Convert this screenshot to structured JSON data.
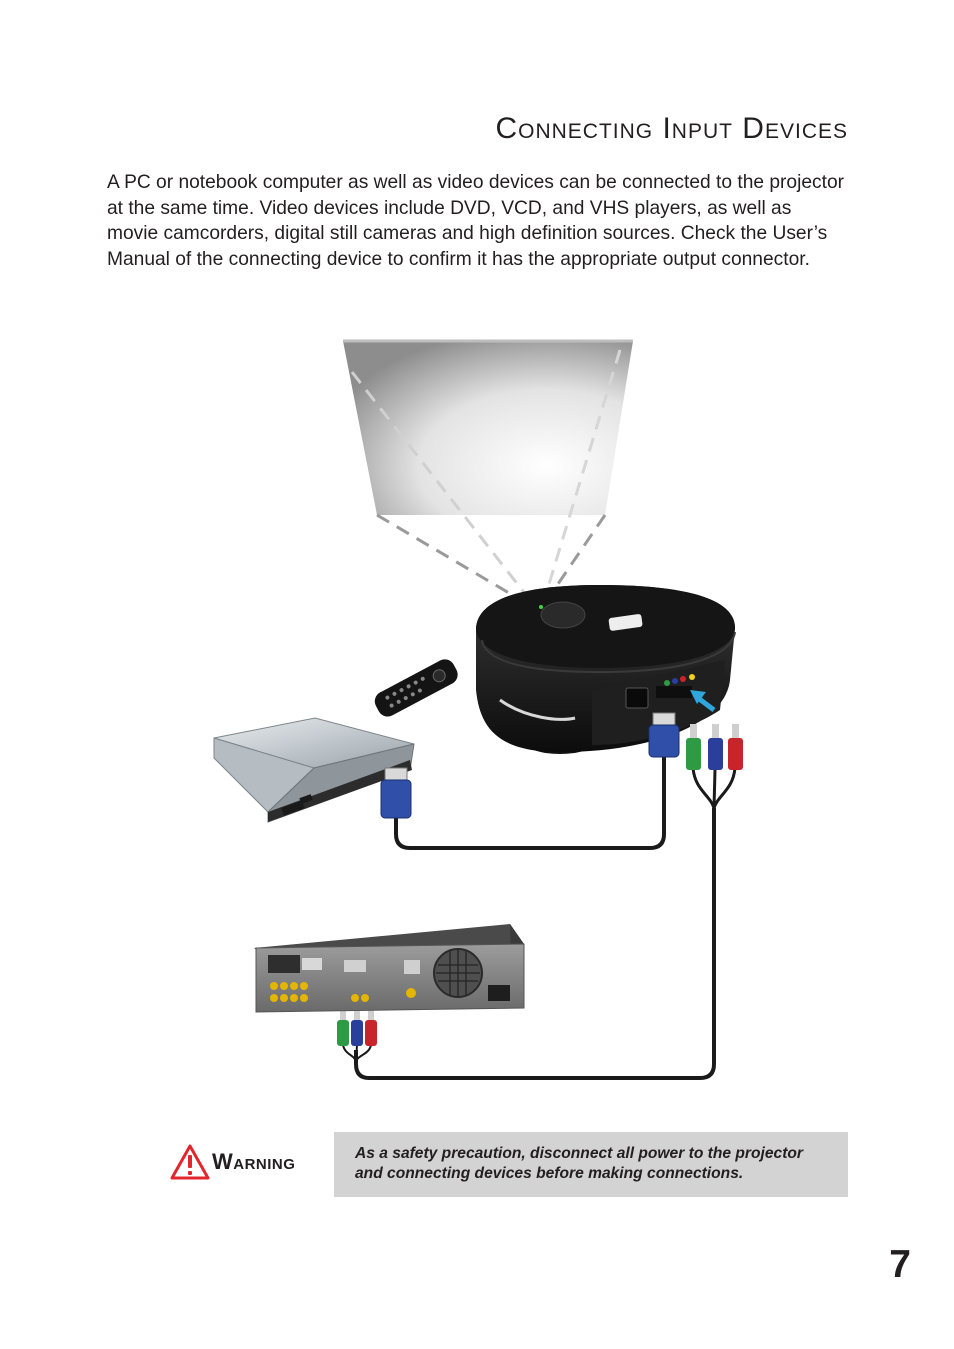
{
  "page": {
    "title": "Connecting Input Devices",
    "intro": "A PC or notebook computer as well as video devices can be connected to the projector at the same time. Video devices include DVD, VCD, and VHS players, as well as movie camcorders, digital still cameras and high definition sources. Check the User’s Manual of the connecting device to confirm it has the appropriate output connector.",
    "page_number": "7"
  },
  "figure": {
    "devices": [
      "projection-screen",
      "projector",
      "remote-control",
      "notebook-computer",
      "video-player"
    ],
    "cables": [
      "vga-cable",
      "component-cable"
    ],
    "colors": {
      "vga_plug": "#2f4fa8",
      "component_green": "#2e9a44",
      "component_blue": "#2a3f9c",
      "component_red": "#c8242b",
      "arrow": "#2fa7dc"
    }
  },
  "warning": {
    "label": "Warning",
    "text": "As a safety precaution, disconnect all power to the projector and connecting devices before making connections.",
    "icon": "warning-triangle-icon",
    "icon_color": "#e2262d"
  }
}
